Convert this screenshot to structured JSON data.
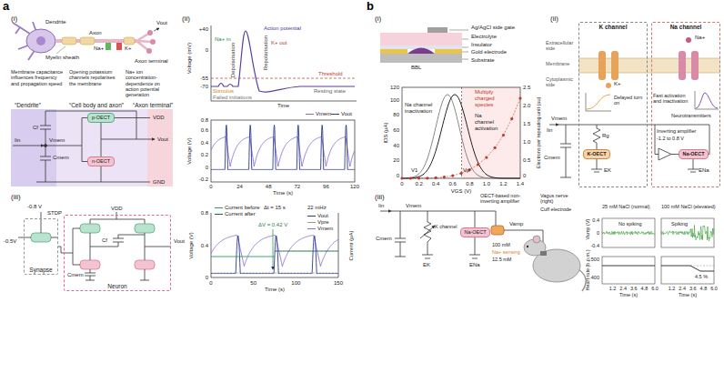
{
  "diagram": {
    "nodes": [
      {
        "text": [
          "p-OECT"
        ]
      },
      {
        "text": [
          "n-OECT"
        ]
      },
      {
        "text": [
          "Synapse"
        ]
      },
      {
        "text": [
          "Neuron"
        ]
      },
      {
        "text": [
          "K channel"
        ]
      },
      {
        "text": [
          "K-OECT"
        ],
        "in": 4
      },
      {
        "text": [
          "Na channel"
        ]
      },
      {
        "text": [
          "Na-OECT"
        ],
        "in": 6
      },
      {
        "text": [
          "Na-OECT"
        ]
      }
    ],
    "edges": [
      {
        "from": 0,
        "to": 1,
        "arrow": "none"
      },
      {
        "from": 2,
        "to": 3,
        "arrow": "none"
      }
    ],
    "labels": [
      "a",
      "(i)",
      "Dendrite",
      "Axon",
      "Myelin sheath",
      "Axon terminal",
      "Vout",
      "Na+",
      "K+",
      "Membrane capacitance influences frequency and propagation speed",
      "Opening potassium channels repolarises the membrane",
      "Na+ ion concentration-dependence on action potential generation",
      "“Dendrite”",
      "“Cell body and axon”",
      "“Axon terminal”",
      "VDD",
      "Vout",
      "GND",
      "Iin",
      "Cf",
      "Cmem",
      "Vmem",
      "(ii)",
      "+40",
      "0",
      "-55",
      "-70",
      "Voltage (mV)",
      "Action potential",
      "Depolarisation",
      "Repolarisation",
      "Na+ in",
      "K+ out",
      "Threshold",
      "Resting state",
      "Stimulus",
      "Failed initiations",
      "Time",
      "0.8",
      "0.6",
      "0.4",
      "0.2",
      "0",
      "-0.2",
      "0",
      "24",
      "48",
      "72",
      "96",
      "120",
      "Voltage (V)",
      "Time (s)",
      "(iii)",
      "-0.8 V",
      "STDP",
      "-0.5V",
      "VDD",
      "Vout",
      "Cmem",
      "Cf",
      "Δt = 15 s",
      "22 mHz",
      "ΔV = 0.42 V",
      "0.8",
      "0.4",
      "0",
      "0",
      "50",
      "100",
      "150",
      "Voltage (V)",
      "Current (μA)",
      "Time (s)",
      "b",
      "(i)",
      "Ag/AgCl side gate",
      "Electrolyte",
      "Insulator",
      "Gold electrode",
      "Substrate",
      "BBL",
      "120",
      "100",
      "80",
      "60",
      "40",
      "20",
      "0",
      "IDS (μA)",
      "2.5",
      "2.0",
      "1.5",
      "1.0",
      "0.5",
      "0",
      "Electrons per repeating unit (au)",
      "0",
      "0.2",
      "0.4",
      "0.6",
      "0.8",
      "1.0",
      "1.2",
      "1.4",
      "VGS (V)",
      "Multiply charged species",
      "Na channel inactivation",
      "Na channel activation",
      "V1",
      "Vp",
      "(ii)",
      "Extracellular side",
      "Membrane",
      "Cytoplasmic side",
      "K+",
      "Na+",
      "Delayed turn on",
      "Fast activation and inactivation",
      "Neurotransmitters",
      "Iin",
      "Vmem",
      "Cmem",
      "Rg",
      "EK",
      "Inverting amplifier",
      "-1.2 to 0.8 V",
      "ENa",
      "(iii)",
      "Iin",
      "Vmem",
      "Cmem",
      "K channel",
      "ENa",
      "EK",
      "OECT-based non-inverting amplifier",
      "Vamp",
      "100 mM",
      "Na+ sensing",
      "12.5 mM",
      "Vagus nerve (right)",
      "Cuff electrode",
      "25 mM NaCl (normal)",
      "100 mM NaCl (elevated)",
      "No spiking",
      "Spiking",
      "4.5 %",
      "Vamp (V)",
      "Heart rate (b.p.m.)",
      "0.4",
      "0",
      "-0.4",
      "500",
      "400",
      "1.2",
      "2.4",
      "3.6",
      "4.8",
      "6.0",
      "1.2",
      "2.4",
      "3.6",
      "4.8",
      "6.0",
      "Time (s)",
      "Time (s)"
    ],
    "legend": [
      {
        "text": "Vmem"
      },
      {
        "text": "Vout"
      },
      {
        "text": "Vout"
      },
      {
        "text": "Vpre"
      },
      {
        "text": "Vmem"
      },
      {
        "text": "Current before"
      },
      {
        "text": "Current after"
      }
    ]
  }
}
